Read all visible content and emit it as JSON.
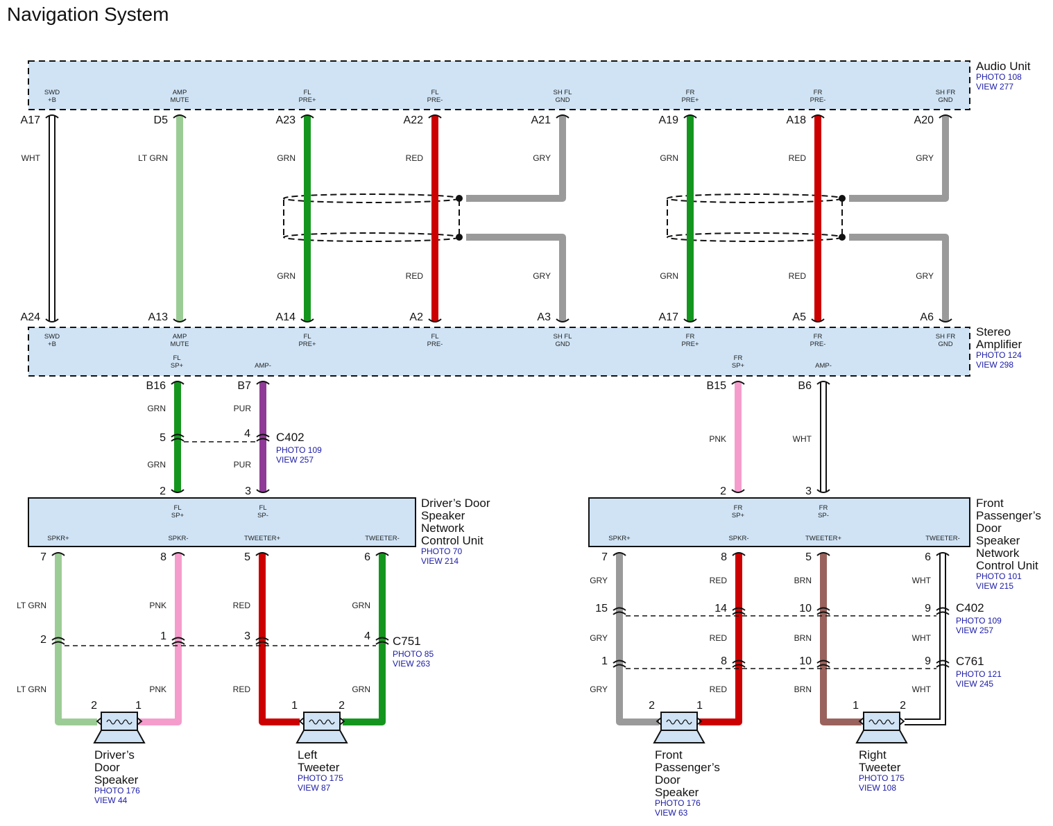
{
  "title": "Navigation System",
  "colors": {
    "WHT": "#ffffff",
    "LT GRN": "#9ccc95",
    "GRN": "#14961e",
    "RED": "#cc0000",
    "GRY": "#9a9a9a",
    "PUR": "#8f3a96",
    "PNK": "#f59ccc",
    "BRN": "#9a625c",
    "box_fill": "#cfe3f5",
    "ref_text": "#1a1aa8"
  },
  "components": {
    "audio_unit": {
      "name_lines": [
        "Audio Unit"
      ],
      "photo": "PHOTO 108",
      "view": "VIEW 277",
      "signals": [
        [
          "SWD",
          "+B"
        ],
        [
          "AMP",
          "MUTE"
        ],
        [
          "FL",
          "PRE+"
        ],
        [
          "FL",
          "PRE-"
        ],
        [
          "SH FL",
          "GND"
        ],
        [
          "FR",
          "PRE+"
        ],
        [
          "FR",
          "PRE-"
        ],
        [
          "SH FR",
          "GND"
        ]
      ]
    },
    "stereo_amp": {
      "name_lines": [
        "Stereo",
        "Amplifier"
      ],
      "photo": "PHOTO 124",
      "view": "VIEW 298",
      "signals": [
        [
          "SWD",
          "+B"
        ],
        [
          "AMP",
          "MUTE"
        ],
        [
          "FL",
          "PRE+"
        ],
        [
          "FL",
          "PRE-"
        ],
        [
          "SH FL",
          "GND"
        ],
        [
          "FR",
          "PRE+"
        ],
        [
          "FR",
          "PRE-"
        ],
        [
          "SH FR",
          "GND"
        ]
      ],
      "signals_lower": [
        [
          "FL",
          "SP+"
        ],
        [
          "AMP-"
        ],
        [
          "FR",
          "SP+"
        ],
        [
          "AMP-"
        ]
      ]
    },
    "driver_ncu": {
      "name_lines": [
        "Driver’s Door",
        "Speaker",
        "Network",
        "Control Unit"
      ],
      "photo": "PHOTO 70",
      "view": "VIEW 214",
      "signals_top": [
        [
          "FL",
          "SP+"
        ],
        [
          "FL",
          "SP-"
        ]
      ],
      "signals_bottom": [
        "SPKR+",
        "SPKR-",
        "TWEETER+",
        "TWEETER-"
      ]
    },
    "pass_ncu": {
      "name_lines": [
        "Front",
        "Passenger’s",
        "Door",
        "Speaker",
        "Network",
        "Control Unit"
      ],
      "photo": "PHOTO 101",
      "view": "VIEW 215",
      "signals_top": [
        [
          "FR",
          "SP+"
        ],
        [
          "FR",
          "SP-"
        ]
      ],
      "signals_bottom": [
        "SPKR+",
        "SPKR-",
        "TWEETER+",
        "TWEETER-"
      ]
    },
    "driver_speaker": {
      "name_lines": [
        "Driver’s",
        "Door",
        "Speaker"
      ],
      "photo": "PHOTO 176",
      "view": "VIEW 44",
      "pins": [
        "2",
        "1"
      ]
    },
    "left_tweeter": {
      "name_lines": [
        "Left",
        "Tweeter"
      ],
      "photo": "PHOTO 175",
      "view": "VIEW 87",
      "pins": [
        "1",
        "2"
      ]
    },
    "pass_speaker": {
      "name_lines": [
        "Front",
        "Passenger’s",
        "Door",
        "Speaker"
      ],
      "photo": "PHOTO 176",
      "view": "VIEW 63",
      "pins": [
        "2",
        "1"
      ]
    },
    "right_tweeter": {
      "name_lines": [
        "Right",
        "Tweeter"
      ],
      "photo": "PHOTO 175",
      "view": "VIEW 108",
      "pins": [
        "1",
        "2"
      ]
    }
  },
  "connectors": {
    "c402_left": {
      "name": "C402",
      "photo": "PHOTO 109",
      "view": "VIEW 257",
      "pins": [
        "5",
        "4"
      ]
    },
    "c751": {
      "name": "C751",
      "photo": "PHOTO 85",
      "view": "VIEW 263",
      "pins": [
        "2",
        "1",
        "3",
        "4"
      ]
    },
    "c402_right": {
      "name": "C402",
      "photo": "PHOTO 109",
      "view": "VIEW 257",
      "pins": [
        "15",
        "14",
        "10",
        "9"
      ]
    },
    "c761": {
      "name": "C761",
      "photo": "PHOTO 121",
      "view": "VIEW 245",
      "pins": [
        "1",
        "8",
        "10",
        "9"
      ]
    }
  },
  "top_wires": [
    {
      "color": "WHT",
      "top_pin": "A17",
      "bottom_pin": "A24",
      "labels": [
        "WHT"
      ]
    },
    {
      "color": "LT GRN",
      "top_pin": "D5",
      "bottom_pin": "A13",
      "labels": [
        "LT GRN"
      ]
    },
    {
      "color": "GRN",
      "top_pin": "A23",
      "bottom_pin": "A14",
      "labels": [
        "GRN",
        "GRN"
      ]
    },
    {
      "color": "RED",
      "top_pin": "A22",
      "bottom_pin": "A2",
      "labels": [
        "RED",
        "RED"
      ]
    },
    {
      "color": "GRY",
      "top_pin": "A21",
      "bottom_pin": "A3",
      "labels": [
        "GRY",
        "GRY"
      ]
    },
    {
      "color": "GRN",
      "top_pin": "A19",
      "bottom_pin": "A17",
      "labels": [
        "GRN",
        "GRN"
      ]
    },
    {
      "color": "RED",
      "top_pin": "A18",
      "bottom_pin": "A5",
      "labels": [
        "RED",
        "RED"
      ]
    },
    {
      "color": "GRY",
      "top_pin": "A20",
      "bottom_pin": "A6",
      "labels": [
        "GRY",
        "GRY"
      ]
    }
  ],
  "mid_wires": [
    {
      "color": "GRN",
      "top_pin": "B16",
      "bottom_pin": "2",
      "labels": [
        "GRN",
        "GRN"
      ]
    },
    {
      "color": "PUR",
      "top_pin": "B7",
      "bottom_pin": "3",
      "labels": [
        "PUR",
        "PUR"
      ]
    },
    {
      "color": "PNK",
      "top_pin": "B15",
      "bottom_pin": "2",
      "labels": [
        "PNK"
      ]
    },
    {
      "color": "WHT",
      "top_pin": "B6",
      "bottom_pin": "3",
      "labels": [
        "WHT"
      ]
    }
  ],
  "lower_left_wires": [
    {
      "color": "LT GRN",
      "top_pin": "7",
      "labels": [
        "LT GRN",
        "LT GRN"
      ]
    },
    {
      "color": "PNK",
      "top_pin": "8",
      "labels": [
        "PNK",
        "PNK"
      ]
    },
    {
      "color": "RED",
      "top_pin": "5",
      "labels": [
        "RED",
        "RED"
      ]
    },
    {
      "color": "GRN",
      "top_pin": "6",
      "labels": [
        "GRN",
        "GRN"
      ]
    }
  ],
  "lower_right_wires": [
    {
      "color": "GRY",
      "top_pin": "7",
      "labels": [
        "GRY",
        "GRY",
        "GRY"
      ]
    },
    {
      "color": "RED",
      "top_pin": "8",
      "labels": [
        "RED",
        "RED",
        "RED"
      ]
    },
    {
      "color": "BRN",
      "top_pin": "5",
      "labels": [
        "BRN",
        "BRN",
        "BRN"
      ]
    },
    {
      "color": "WHT",
      "top_pin": "6",
      "labels": [
        "WHT",
        "WHT",
        "WHT"
      ]
    }
  ]
}
